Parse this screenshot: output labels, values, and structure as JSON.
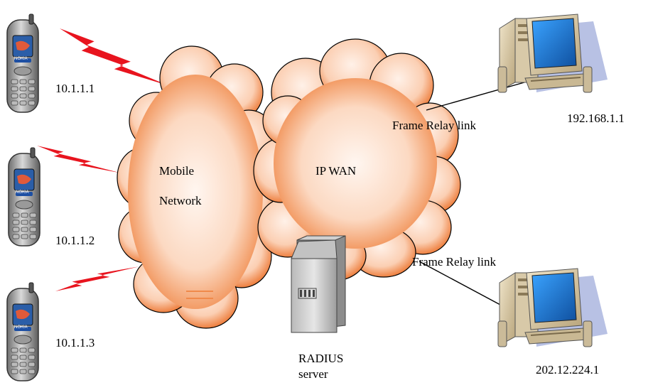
{
  "phones": [
    {
      "brand": "NOKIA",
      "ip": "10.1.1.1"
    },
    {
      "brand": "NOKIA",
      "ip": "10.1.1.2"
    },
    {
      "brand": "NOKIA",
      "ip": "10.1.1.3"
    }
  ],
  "clouds": {
    "mobile_line1": "Mobile",
    "mobile_line2": "Network",
    "wan": "IP WAN"
  },
  "links": {
    "top": "Frame Relay link",
    "bottom": "Frame Relay link"
  },
  "hosts": [
    {
      "ip": "192.168.1.1"
    },
    {
      "ip": "202.12.224.1"
    }
  ],
  "radius": {
    "line1": "RADIUS",
    "line2": "server"
  },
  "colors": {
    "lightning": "#e8141e",
    "cloud_edge": "#f08a4b",
    "cloud_core": "#fff1e8",
    "monitor_screen": "#1f7fd6",
    "computer_body": "#d8c9a8",
    "shadow": "#9aa7d8"
  }
}
